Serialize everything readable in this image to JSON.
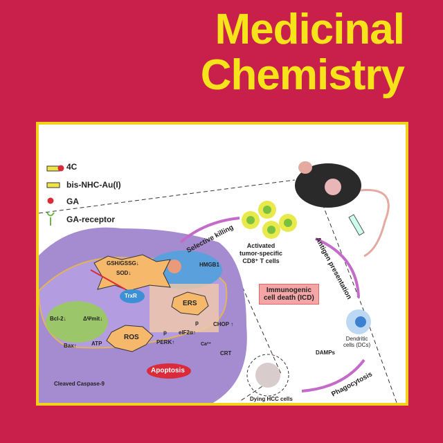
{
  "journal": {
    "title_line1": "Medicinal",
    "title_line2": "Chemistry"
  },
  "legend": [
    {
      "label": "4C",
      "icon": "yellow-rod-red-ball"
    },
    {
      "label": "bis-NHC-Au(I)",
      "icon": "yellow-rod"
    },
    {
      "label": "GA",
      "icon": "red-ball"
    },
    {
      "label": "GA-receptor",
      "icon": "green-receptor"
    }
  ],
  "labels": {
    "selective_killing": "Selective killing",
    "t_cells": [
      "Activated",
      "tumor-specific",
      "CD8⁺ T cells"
    ],
    "antigen": "Antigen presentation",
    "icd": [
      "Immunogenic",
      "cell death (ICD)"
    ],
    "dcs": [
      "Dendritic",
      "cells (DCs)"
    ],
    "damps": "DAMPs",
    "phagocytosis": "Phagocytosis",
    "dying": "Dying HCC cells",
    "gsh": "GSH/GSSG↓",
    "sod": "SOD↓",
    "hmgb1": "HMGB1",
    "bcl2": "Bcl-2↓",
    "psi": "ΔΨmit↓",
    "trxr": "TrxR",
    "chop": "CHOP ↑",
    "p1": "p",
    "p2": "p",
    "eif": "eIF2α↑",
    "perk": "PERK↑",
    "ca": "Ca²⁺",
    "bax": "Bax↑",
    "atp": "ATP",
    "ros": "ROS",
    "ers": "ERS",
    "crt": "CRT",
    "caspase": "Cleaved Caspase-9",
    "apoptosis": "Apoptosis"
  },
  "colors": {
    "background": "#c8204a",
    "title": "#f7e31a",
    "border": "#f4d21c",
    "cell": "#a58bd0"
  }
}
